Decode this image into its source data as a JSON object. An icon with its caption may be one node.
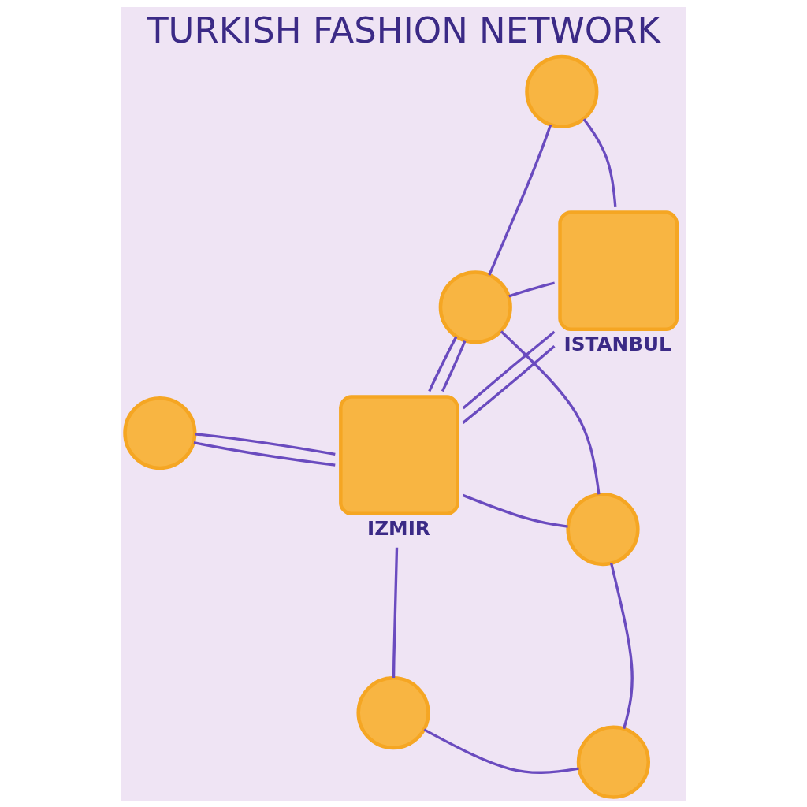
{
  "diagram": {
    "title": "TURKISH FASHION NETWORK",
    "nodes": [
      {
        "text": [],
        "shape": "person"
      },
      {
        "text": [],
        "shape": "person",
        "beside": [
          "ISTANBUL"
        ]
      },
      {
        "text": [],
        "shape": "person",
        "beside": [
          "IZMIR"
        ]
      },
      {
        "text": [],
        "shape": "person"
      },
      {
        "text": [],
        "shape": "person"
      },
      {
        "text": [],
        "shape": "person"
      },
      {
        "text": [],
        "shape": "person"
      },
      {
        "text": [],
        "shape": "person"
      }
    ],
    "edges": [
      {
        "from": 1,
        "to": 3,
        "arrow": "none"
      },
      {
        "from": 3,
        "to": 5,
        "arrow": "none"
      },
      {
        "from": 1,
        "to": 5,
        "arrow": "none"
      },
      {
        "from": 1,
        "to": 2,
        "arrow": "none"
      },
      {
        "from": 1,
        "to": 2,
        "arrow": "none"
      },
      {
        "from": 2,
        "to": 0,
        "arrow": "none"
      },
      {
        "from": 2,
        "to": 0,
        "arrow": "none"
      },
      {
        "from": 2,
        "to": 4,
        "arrow": "none"
      },
      {
        "from": 4,
        "to": 6,
        "arrow": "none"
      },
      {
        "from": 6,
        "to": 7,
        "arrow": "none"
      },
      {
        "from": 5,
        "to": 7,
        "arrow": "none"
      },
      {
        "from": 2,
        "to": 7,
        "arrow": "none"
      },
      {
        "from": 5,
        "to": 2,
        "arrow": "none"
      },
      {
        "from": 5,
        "to": 2,
        "arrow": "none"
      }
    ]
  }
}
